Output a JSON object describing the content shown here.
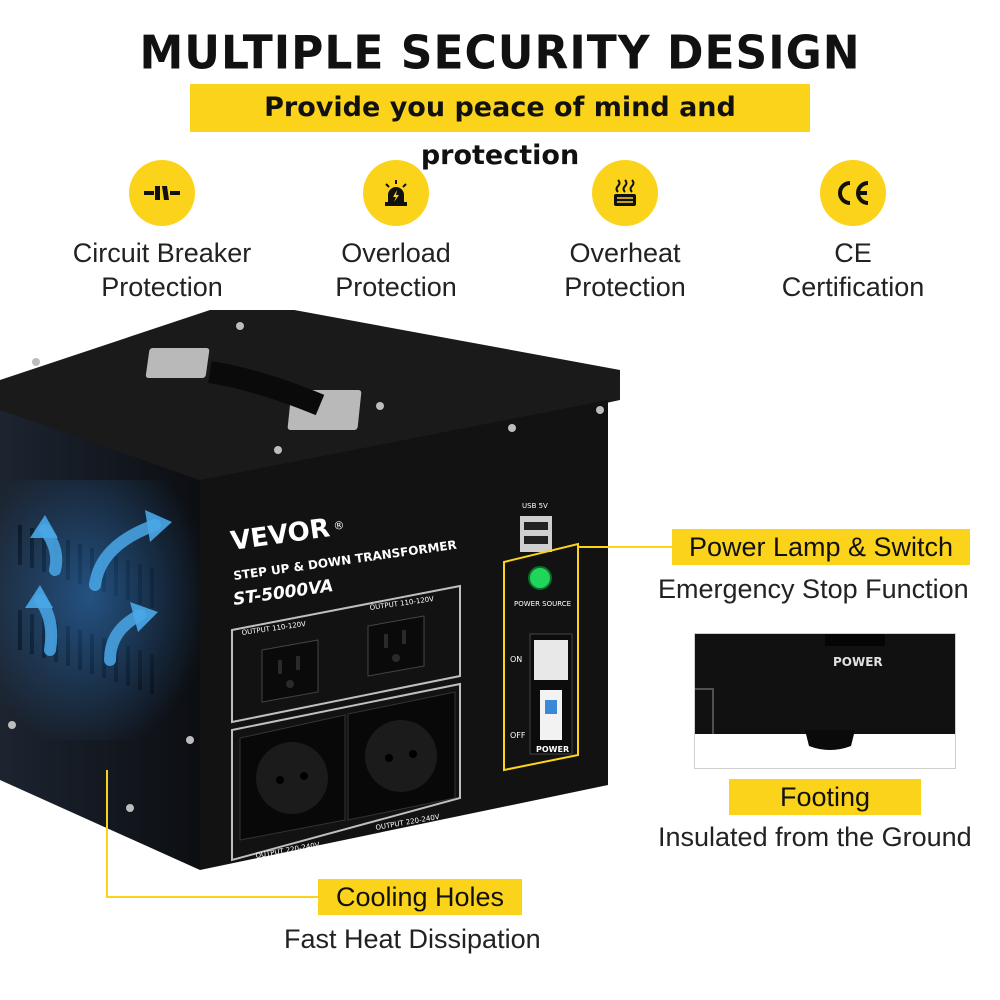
{
  "header": {
    "title": "MULTIPLE SECURITY DESIGN",
    "subtitle": "Provide you peace of mind and protection"
  },
  "features": [
    {
      "icon": "circuit-breaker-icon",
      "line1": "Circuit Breaker",
      "line2": "Protection"
    },
    {
      "icon": "alarm-icon",
      "line1": "Overload",
      "line2": "Protection"
    },
    {
      "icon": "heat-icon",
      "line1": "Overheat",
      "line2": "Protection"
    },
    {
      "icon": "ce-mark-icon",
      "line1": "CE",
      "line2": "Certification"
    }
  ],
  "product": {
    "brand": "VEVOR",
    "reg": "®",
    "type": "STEP UP & DOWN TRANSFORMER",
    "model": "ST-5000VA",
    "usb_label": "USB 5V",
    "power_source": "POWER SOURCE",
    "on": "ON",
    "off": "OFF",
    "power": "POWER",
    "output_110_left": "OUTPUT 110-120V",
    "output_110_right": "OUTPUT 110-120V",
    "output_220_left": "OUTPUT 220-240V",
    "output_220_right": "OUTPUT 220-240V"
  },
  "callouts": {
    "power_lamp": {
      "tag": "Power Lamp & Switch",
      "sub": "Emergency Stop Function"
    },
    "footing": {
      "tag": "Footing",
      "sub": "Insulated from the Ground",
      "inset_label": "POWER"
    },
    "cooling": {
      "tag": "Cooling Holes",
      "sub": "Fast Heat Dissipation"
    }
  },
  "colors": {
    "accent": "#fcd31b",
    "body": "#141414",
    "airflow": "#4aa8e8"
  }
}
